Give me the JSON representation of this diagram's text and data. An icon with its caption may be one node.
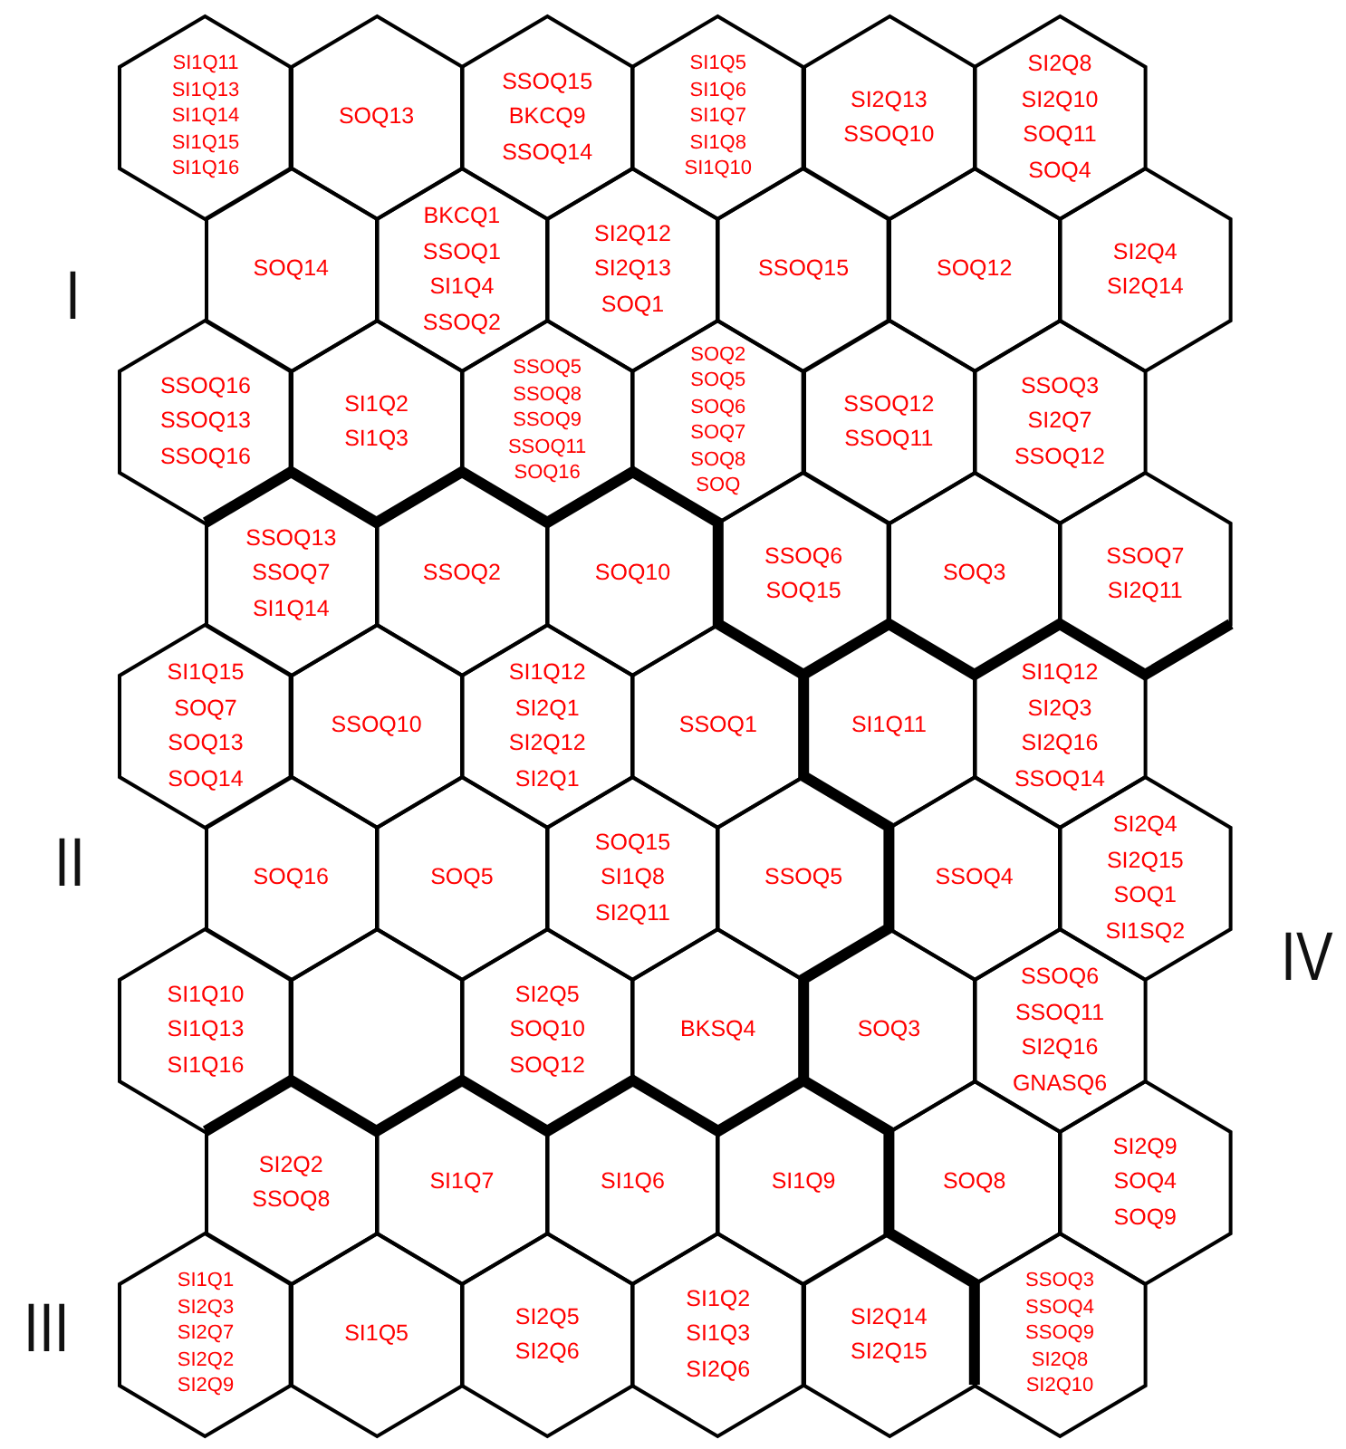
{
  "diagram": {
    "nodes": [
      {
        "text": [
          "SI1Q11",
          "SI1Q13",
          "SI1Q14",
          "SI1Q15",
          "SI1Q16"
        ]
      },
      {
        "text": [
          "SOQ13"
        ]
      },
      {
        "text": [
          "SSOQ15",
          "BKCQ9",
          "SSOQ14"
        ]
      },
      {
        "text": [
          "SI1Q5",
          "SI1Q6",
          "SI1Q7",
          "SI1Q8",
          "SI1Q10"
        ]
      },
      {
        "text": [
          "SI2Q13",
          "SSOQ10"
        ]
      },
      {
        "text": [
          "SI2Q8",
          "SI2Q10",
          "SOQ11",
          "SOQ4"
        ]
      },
      {
        "text": [
          "SOQ14"
        ]
      },
      {
        "text": [
          "BKCQ1",
          "SSOQ1",
          "SI1Q4",
          "SSOQ2"
        ]
      },
      {
        "text": [
          "SI2Q12",
          "SI2Q13",
          "SOQ1"
        ]
      },
      {
        "text": [
          "SSOQ15"
        ]
      },
      {
        "text": [
          "SOQ12"
        ]
      },
      {
        "text": [
          "SI2Q4",
          "SI2Q14"
        ]
      },
      {
        "text": [
          "SSOQ16",
          "SSOQ13",
          "SSOQ16"
        ]
      },
      {
        "text": [
          "SI1Q2",
          "SI1Q3"
        ]
      },
      {
        "text": [
          "SSOQ5",
          "SSOQ8",
          "SSOQ9",
          "SSOQ11",
          "SOQ16"
        ]
      },
      {
        "text": [
          "SOQ2",
          "SOQ5",
          "SOQ6",
          "SOQ7",
          "SOQ8",
          "SOQ"
        ]
      },
      {
        "text": [
          "SSOQ12",
          "SSOQ11"
        ]
      },
      {
        "text": [
          "SSOQ3",
          "SI2Q7",
          "SSOQ12"
        ]
      },
      {
        "text": [
          "SSOQ13",
          "SSOQ7",
          "SI1Q14"
        ]
      },
      {
        "text": [
          "SSOQ2"
        ]
      },
      {
        "text": [
          "SOQ10"
        ]
      },
      {
        "text": [
          "SSOQ6",
          "SOQ15"
        ]
      },
      {
        "text": [
          "SOQ3"
        ]
      },
      {
        "text": [
          "SSOQ7",
          "SI2Q11"
        ]
      },
      {
        "text": [
          "SI1Q15",
          "SOQ7",
          "SOQ13",
          "SOQ14"
        ]
      },
      {
        "text": [
          "SSOQ10"
        ]
      },
      {
        "text": [
          "SI1Q12",
          "SI2Q1",
          "SI2Q12",
          "SI2Q1"
        ]
      },
      {
        "text": [
          "SSOQ1"
        ]
      },
      {
        "text": [
          "SI1Q11"
        ]
      },
      {
        "text": [
          "SI1Q12",
          "SI2Q3",
          "SI2Q16",
          "SSOQ14"
        ]
      },
      {
        "text": [
          "SOQ16"
        ]
      },
      {
        "text": [
          "SOQ5"
        ]
      },
      {
        "text": [
          "SOQ15",
          "SI1Q8",
          "SI2Q11"
        ]
      },
      {
        "text": [
          "SSOQ5"
        ]
      },
      {
        "text": [
          "SSOQ4"
        ]
      },
      {
        "text": [
          "SI2Q4",
          "SI2Q15",
          "SOQ1",
          "SI1SQ2"
        ]
      },
      {
        "text": [
          "SI1Q10",
          "SI1Q13",
          "SI1Q16"
        ]
      },
      {
        "text": [],
        "shape": "hexagon"
      },
      {
        "text": [
          "SI2Q5",
          "SOQ10",
          "SOQ12"
        ]
      },
      {
        "text": [
          "BKSQ4"
        ]
      },
      {
        "text": [
          "SOQ3"
        ]
      },
      {
        "text": [
          "SSOQ6",
          "SSOQ11",
          "SI2Q16",
          "GNASQ6"
        ]
      },
      {
        "text": [
          "SI2Q2",
          "SSOQ8"
        ]
      },
      {
        "text": [
          "SI1Q7"
        ]
      },
      {
        "text": [
          "SI1Q6"
        ]
      },
      {
        "text": [
          "SI1Q9"
        ]
      },
      {
        "text": [
          "SOQ8"
        ]
      },
      {
        "text": [
          "SI2Q9",
          "SOQ4",
          "SOQ9"
        ]
      },
      {
        "text": [
          "SI1Q1",
          "SI2Q3",
          "SI2Q7",
          "SI2Q2",
          "SI2Q9"
        ]
      },
      {
        "text": [
          "SI1Q5"
        ]
      },
      {
        "text": [
          "SI2Q5",
          "SI2Q6"
        ]
      },
      {
        "text": [
          "SI1Q2",
          "SI1Q3",
          "SI2Q6"
        ]
      },
      {
        "text": [
          "SI2Q14",
          "SI2Q15"
        ]
      },
      {
        "text": [
          "SSOQ3",
          "SSOQ4",
          "SSOQ9",
          "SI2Q8",
          "SI2Q10"
        ]
      }
    ],
    "labels": [
      "I",
      "II",
      "III",
      "IV"
    ]
  }
}
